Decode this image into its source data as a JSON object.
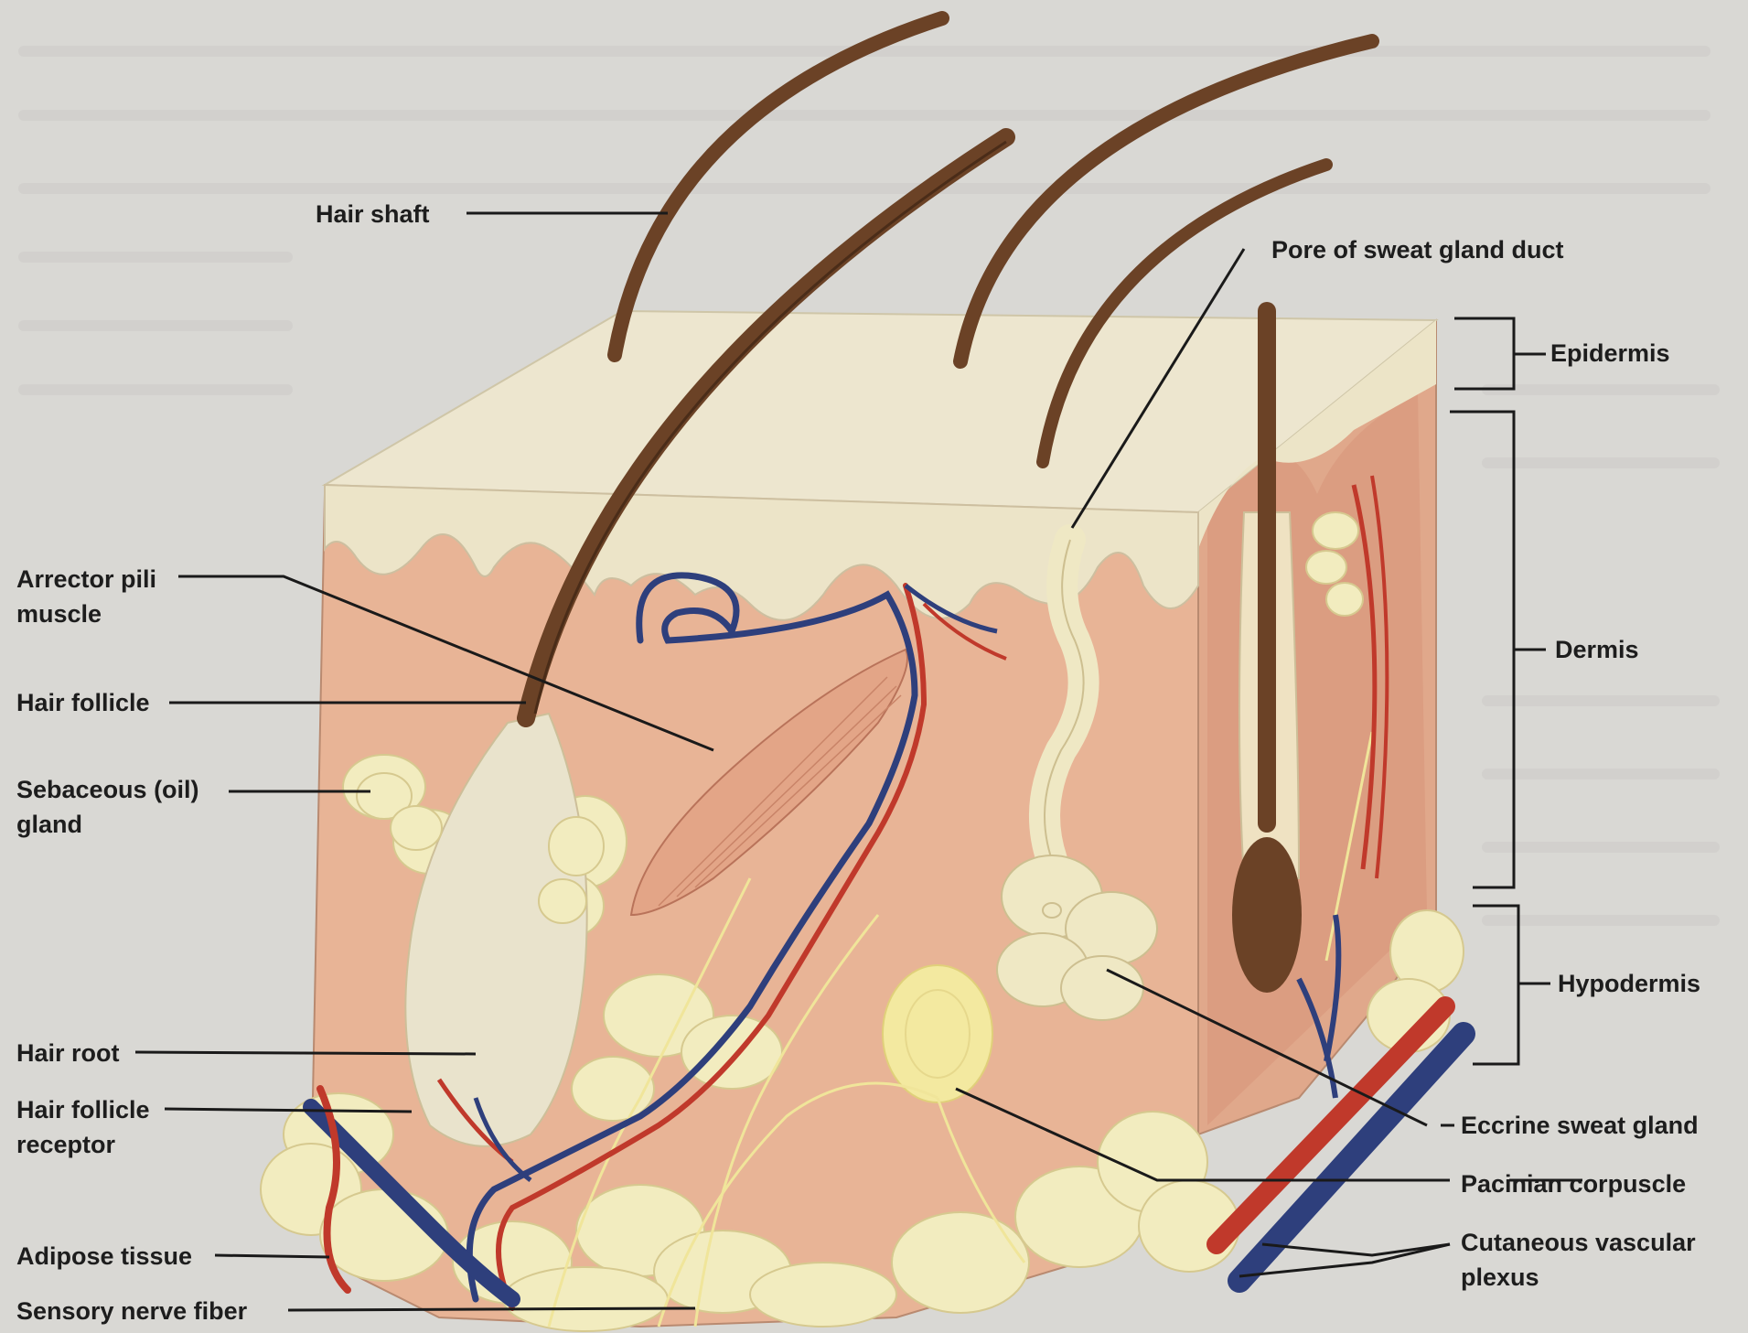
{
  "diagram": {
    "labels": {
      "hair_shaft": "Hair shaft",
      "pore_sweat_gland_duct": "Pore of sweat gland duct",
      "epidermis": "Epidermis",
      "dermis": "Dermis",
      "hypodermis": "Hypodermis",
      "arrector_pili_line1": "Arrector pili",
      "arrector_pili_line2": "muscle",
      "hair_follicle": "Hair follicle",
      "sebaceous_line1": "Sebaceous (oil)",
      "sebaceous_line2": "gland",
      "hair_root": "Hair root",
      "hair_follicle_receptor_line1": "Hair follicle",
      "hair_follicle_receptor_line2": "receptor",
      "adipose_tissue": "Adipose tissue",
      "sensory_nerve_fiber": "Sensory nerve fiber",
      "eccrine_sweat_gland": "Eccrine sweat gland",
      "pacinian_corpuscle": "Pacinian corpuscle",
      "cutaneous_vascular_line1": "Cutaneous vascular",
      "cutaneous_vascular_line2": "plexus"
    },
    "colors": {
      "background": "#d9d8d4",
      "epidermis": "#ede6cf",
      "dermis": "#e8b496",
      "dermis_dark": "#d99a7e",
      "hair": "#6b4226",
      "adipose": "#f2ecbf",
      "artery": "#c0392b",
      "vein": "#2e3f7c",
      "muscle": "#e3a587",
      "nerve": "#f3e9a0",
      "leader_line": "#1a1a1a"
    }
  }
}
